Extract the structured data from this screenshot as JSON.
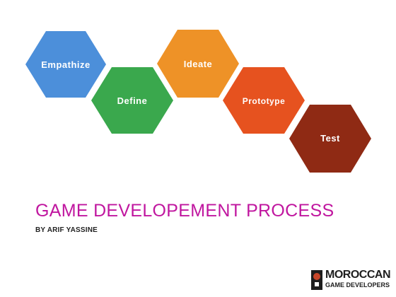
{
  "diagram": {
    "steps": [
      {
        "label": "Empathize",
        "color": "#4c8fda"
      },
      {
        "label": "Define",
        "color": "#3aa84d"
      },
      {
        "label": "Ideate",
        "color": "#ee9227"
      },
      {
        "label": "Prototype",
        "color": "#e6521f"
      },
      {
        "label": "Test",
        "color": "#8f2a14"
      }
    ]
  },
  "title": "GAME DEVELOPEMENT PROCESS",
  "subtitle": "BY ARIF YASSINE",
  "logo": {
    "line1": "MOROCCAN",
    "line2": "GAME DEVELOPERS"
  }
}
